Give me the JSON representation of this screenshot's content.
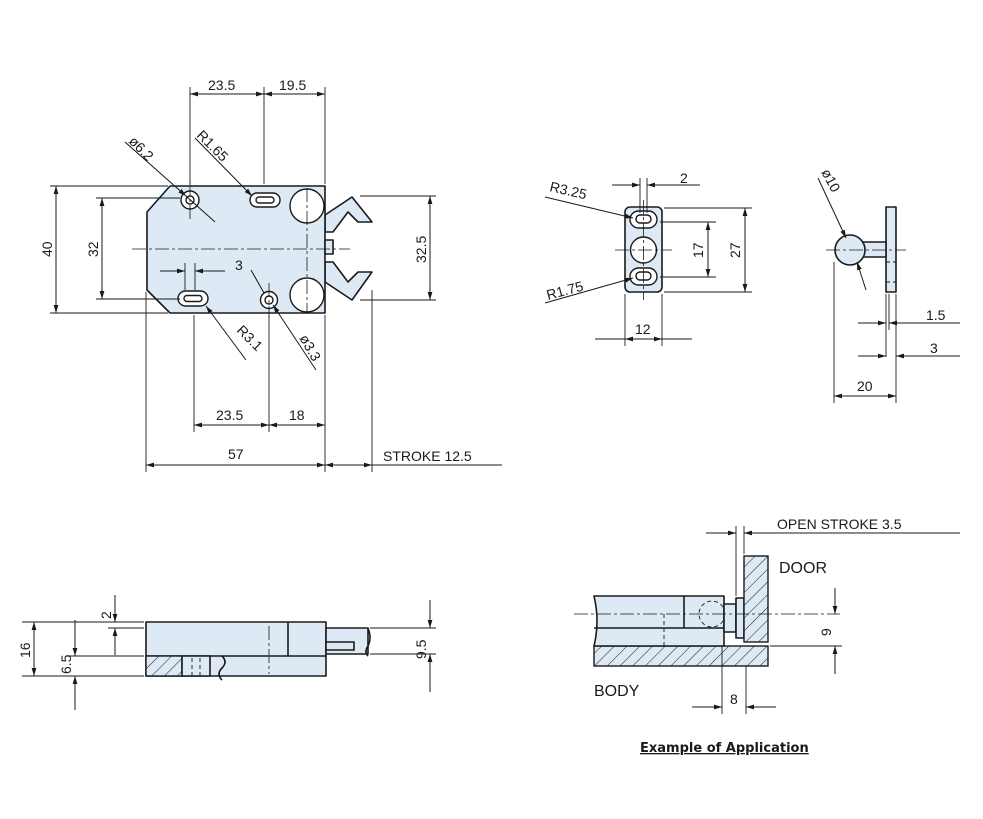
{
  "front_view": {
    "dim_23_5_top": "23.5",
    "dim_19_5": "19.5",
    "dia_6_2": "ø6.2",
    "r_1_65": "R1.65",
    "dim_40": "40",
    "dim_32": "32",
    "dim_32_5": "32.5",
    "dim_3": "3",
    "r_3_1": "R3.1",
    "dia_3_3": "ø3.3",
    "dim_23_5_bottom": "23.5",
    "dim_18": "18",
    "dim_57": "57",
    "stroke": "STROKE 12.5"
  },
  "catch_front": {
    "dim_2": "2",
    "r_3_25": "R3.25",
    "r_1_75": "R1.75",
    "dim_17": "17",
    "dim_27": "27",
    "dim_12": "12"
  },
  "catch_side": {
    "dia_10": "ø10",
    "dim_1_5": "1.5",
    "dim_3": "3",
    "dim_20": "20"
  },
  "side_view": {
    "dim_2": "2",
    "dim_16": "16",
    "dim_6_5": "6.5",
    "dim_9_5": "9.5"
  },
  "application": {
    "open_stroke": "OPEN STROKE 3.5",
    "door_label": "DOOR",
    "body_label": "BODY",
    "dim_9": "9",
    "dim_8": "8",
    "caption": "Example of Application"
  }
}
